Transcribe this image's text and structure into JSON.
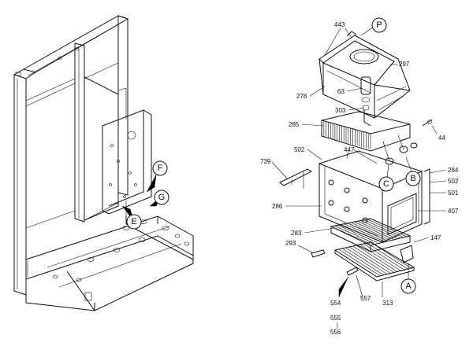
{
  "callouts": {
    "E": "E",
    "F": "F",
    "G": "G",
    "P": "P",
    "B": "B",
    "C": "C",
    "A": "A"
  },
  "parts": {
    "p443": "443",
    "p297": "297",
    "p63": "63",
    "p278": "278",
    "p303": "303",
    "p285": "285",
    "p44": "44",
    "p502a": "502",
    "p447": "447",
    "p739": "739",
    "p284": "284",
    "p502b": "502",
    "p501": "501",
    "p286": "286",
    "p407": "407",
    "p283": "283",
    "p147": "147",
    "p293": "293",
    "p554": "554",
    "p557": "557",
    "p313": "313",
    "p555": "555",
    "p556": "556"
  }
}
